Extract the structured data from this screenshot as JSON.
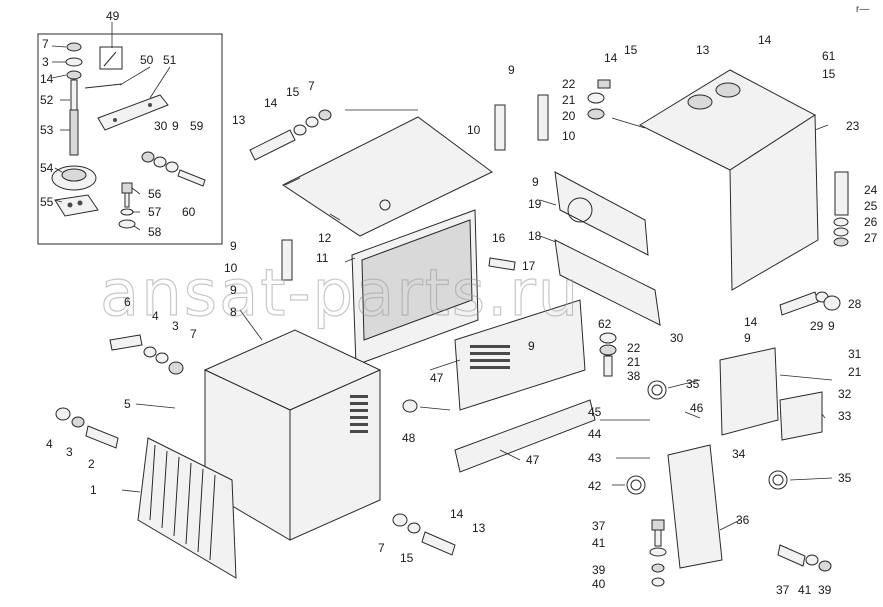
{
  "watermark": "ansat-parts.ru",
  "corner_mark": "r—",
  "labels": {
    "l1": "1",
    "l2": "2",
    "l3a": "3",
    "l3b": "3",
    "l3c": "3",
    "l4a": "4",
    "l4b": "4",
    "l5": "5",
    "l6": "6",
    "l7a": "7",
    "l7b": "7",
    "l7c": "7",
    "l7d": "7",
    "l8": "8",
    "l9a": "9",
    "l9b": "9",
    "l9c": "9",
    "l9d": "9",
    "l9e": "9",
    "l9f": "9",
    "l9g": "9",
    "l9h": "9",
    "l10a": "10",
    "l10b": "10",
    "l10c": "10",
    "l11": "11",
    "l12": "12",
    "l13a": "13",
    "l13b": "13",
    "l13c": "13",
    "l14a": "14",
    "l14b": "14",
    "l14c": "14",
    "l14d": "14",
    "l14e": "14",
    "l14f": "14",
    "l15a": "15",
    "l15b": "15",
    "l15c": "15",
    "l15d": "15",
    "l16": "16",
    "l17": "17",
    "l18": "18",
    "l19": "19",
    "l20": "20",
    "l21a": "21",
    "l21b": "21",
    "l21c": "21",
    "l22a": "22",
    "l22b": "22",
    "l23": "23",
    "l24": "24",
    "l25": "25",
    "l26": "26",
    "l27": "27",
    "l28": "28",
    "l29": "29",
    "l30a": "30",
    "l30b": "30",
    "l31": "31",
    "l32": "32",
    "l33": "33",
    "l34": "34",
    "l35a": "35",
    "l35b": "35",
    "l36": "36",
    "l37a": "37",
    "l37b": "37",
    "l38": "38",
    "l39a": "39",
    "l39b": "39",
    "l40": "40",
    "l41a": "41",
    "l41b": "41",
    "l42": "42",
    "l43": "43",
    "l44": "44",
    "l45": "45",
    "l46": "46",
    "l47a": "47",
    "l47b": "47",
    "l48": "48",
    "l49": "49",
    "l50": "50",
    "l51": "51",
    "l52": "52",
    "l53": "53",
    "l54": "54",
    "l55": "55",
    "l56": "56",
    "l57": "57",
    "l58": "58",
    "l59": "59",
    "l60": "60",
    "l61": "61",
    "l62": "62"
  }
}
